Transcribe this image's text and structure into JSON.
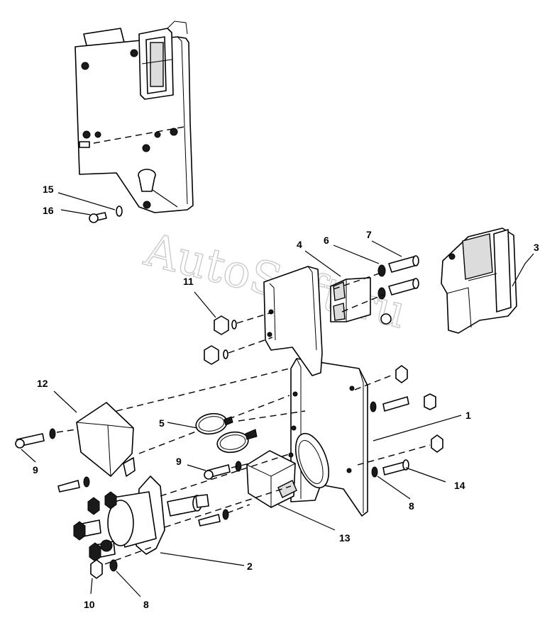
{
  "watermark": "AutoSoft.ru",
  "callouts": [
    {
      "id": "c1",
      "text": "1"
    },
    {
      "id": "c2",
      "text": "2"
    },
    {
      "id": "c3",
      "text": "3"
    },
    {
      "id": "c4",
      "text": "4"
    },
    {
      "id": "c5",
      "text": "5"
    },
    {
      "id": "c6",
      "text": "6"
    },
    {
      "id": "c7",
      "text": "7"
    },
    {
      "id": "c8a",
      "text": "8"
    },
    {
      "id": "c8b",
      "text": "8"
    },
    {
      "id": "c9a",
      "text": "9"
    },
    {
      "id": "c9b",
      "text": "9"
    },
    {
      "id": "c10",
      "text": "10"
    },
    {
      "id": "c11",
      "text": "11"
    },
    {
      "id": "c12",
      "text": "12"
    },
    {
      "id": "c13",
      "text": "13"
    },
    {
      "id": "c14",
      "text": "14"
    },
    {
      "id": "c15",
      "text": "15"
    },
    {
      "id": "c16",
      "text": "16"
    }
  ]
}
